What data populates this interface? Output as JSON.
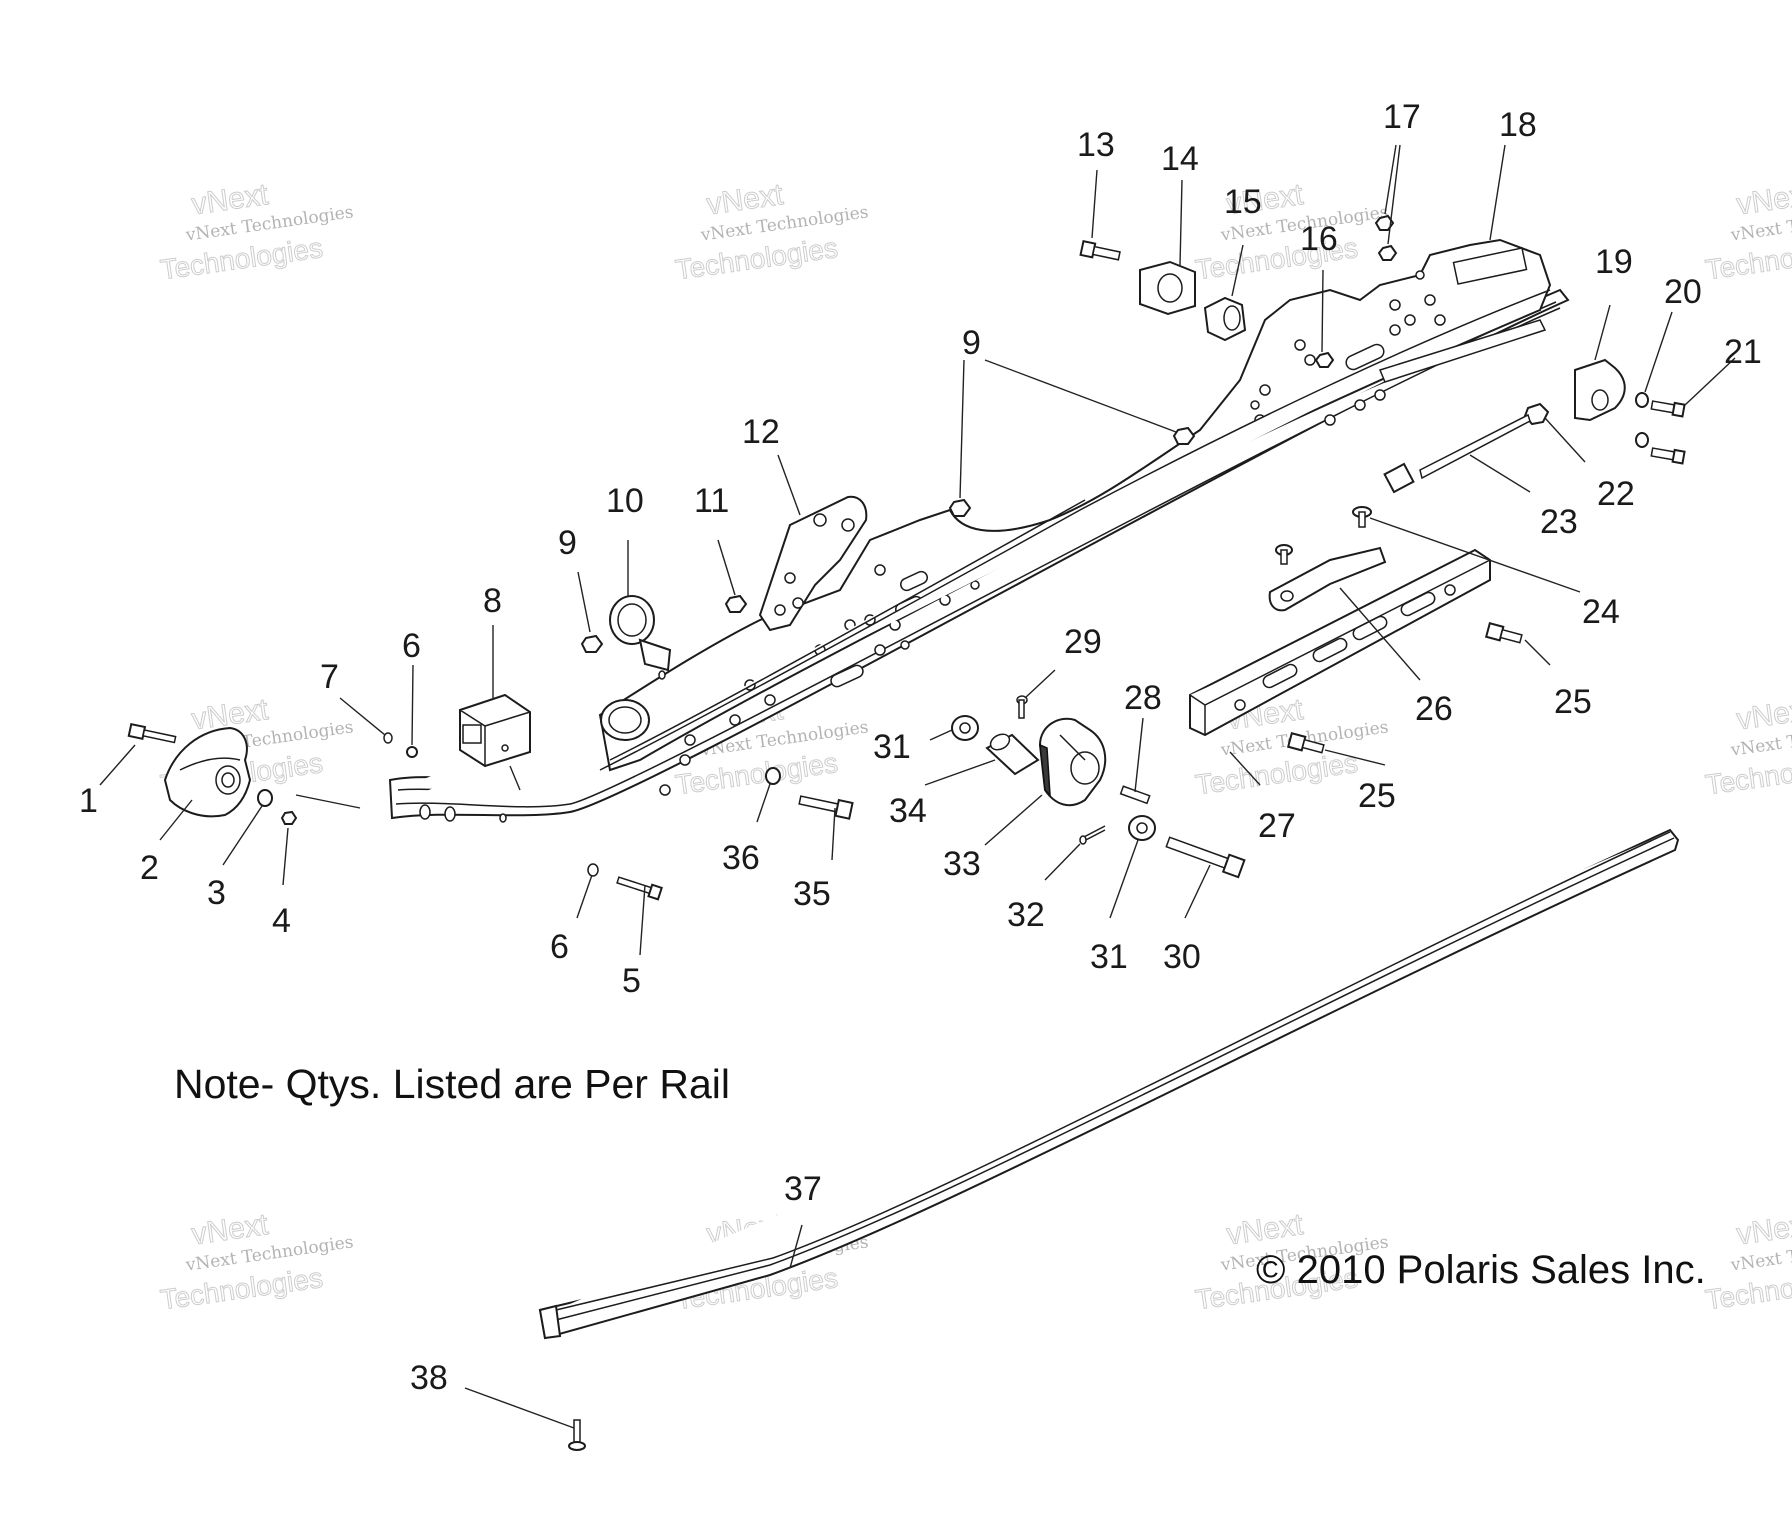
{
  "labels": {
    "l1": "1",
    "l2": "2",
    "l3": "3",
    "l4": "4",
    "l5": "5",
    "l6a": "6",
    "l6b": "6",
    "l7": "7",
    "l8": "8",
    "l9a": "9",
    "l9b": "9",
    "l10": "10",
    "l11": "11",
    "l12": "12",
    "l13": "13",
    "l14": "14",
    "l15": "15",
    "l16": "16",
    "l17": "17",
    "l18": "18",
    "l19": "19",
    "l20": "20",
    "l21": "21",
    "l22": "22",
    "l23": "23",
    "l24": "24",
    "l25a": "25",
    "l25b": "25",
    "l26": "26",
    "l27": "27",
    "l28": "28",
    "l29": "29",
    "l30": "30",
    "l31a": "31",
    "l31b": "31",
    "l32": "32",
    "l33": "33",
    "l34": "34",
    "l35": "35",
    "l36": "36",
    "l37": "37",
    "l38": "38"
  },
  "note": "Note- Qtys. Listed are Per Rail",
  "copyright": "© 2010 Polaris Sales Inc.",
  "watermark": {
    "line1": "vNext Technologies",
    "line2": "vNext",
    "line3": "Technologies"
  }
}
